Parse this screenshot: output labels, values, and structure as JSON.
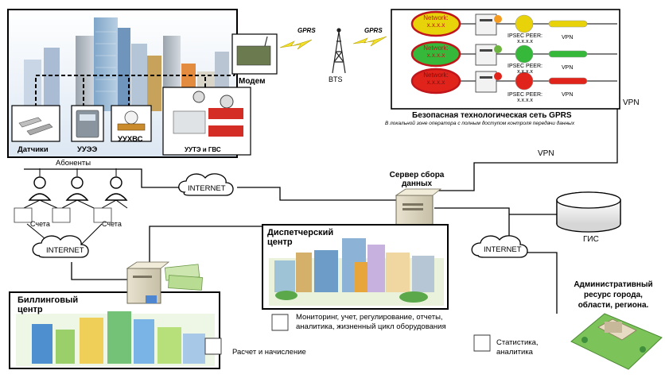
{
  "gprs_panel": {
    "title": "Безопасная технологическая сеть GPRS",
    "subtitle": "В локальной зоне оператора с полным доступом контроля передачи данных",
    "rows": [
      {
        "network": "Network:",
        "addr": "x.x.x.x",
        "peer": "IPSEC PEER:",
        "peer_addr": "x.x.x.x",
        "vpn": "VPN",
        "color": "#e8d20a"
      },
      {
        "network": "Network:",
        "addr": "x.x.x.x",
        "peer": "IPSEC PEER:",
        "peer_addr": "x.x.x.x",
        "vpn": "VPN",
        "color": "#36b83a"
      },
      {
        "network": "Network:",
        "addr": "x.x.x.x",
        "peer": "IPSEC PEER:",
        "peer_addr": "x.x.x.x",
        "vpn": "VPN",
        "color": "#e0241b"
      }
    ]
  },
  "links": {
    "gprs_1": "GPRS",
    "gprs_2": "GPRS",
    "vpn_1": "VPN",
    "vpn_2": "VPN"
  },
  "city": {
    "modem": "Модем",
    "bts": "BTS",
    "sensors": "Датчики",
    "uuee": "УУЭЭ",
    "uuhvs": "УУХВС",
    "uute": "УУТЭ и ГВС"
  },
  "subscribers": {
    "title": "Абоненты",
    "bill_left": "Счета",
    "bill_right": "Счета"
  },
  "clouds": {
    "internet_top": "INTERNET",
    "internet_left": "INTERNET",
    "internet_right": "INTERNET"
  },
  "server": {
    "label": "Сервер сбора данных"
  },
  "dispatch": {
    "title": "Диспетчерский центр",
    "desc": "Мониторинг, учет, регулирование, отчеты, аналитика, жизненный цикл оборудования"
  },
  "billing": {
    "title": "Биллинговый центр",
    "desc": "Расчет и начисление"
  },
  "gis": {
    "label": "ГИС"
  },
  "admin": {
    "title": "Административный ресурс города, области, региона.",
    "desc": "Статистика, аналитика"
  }
}
